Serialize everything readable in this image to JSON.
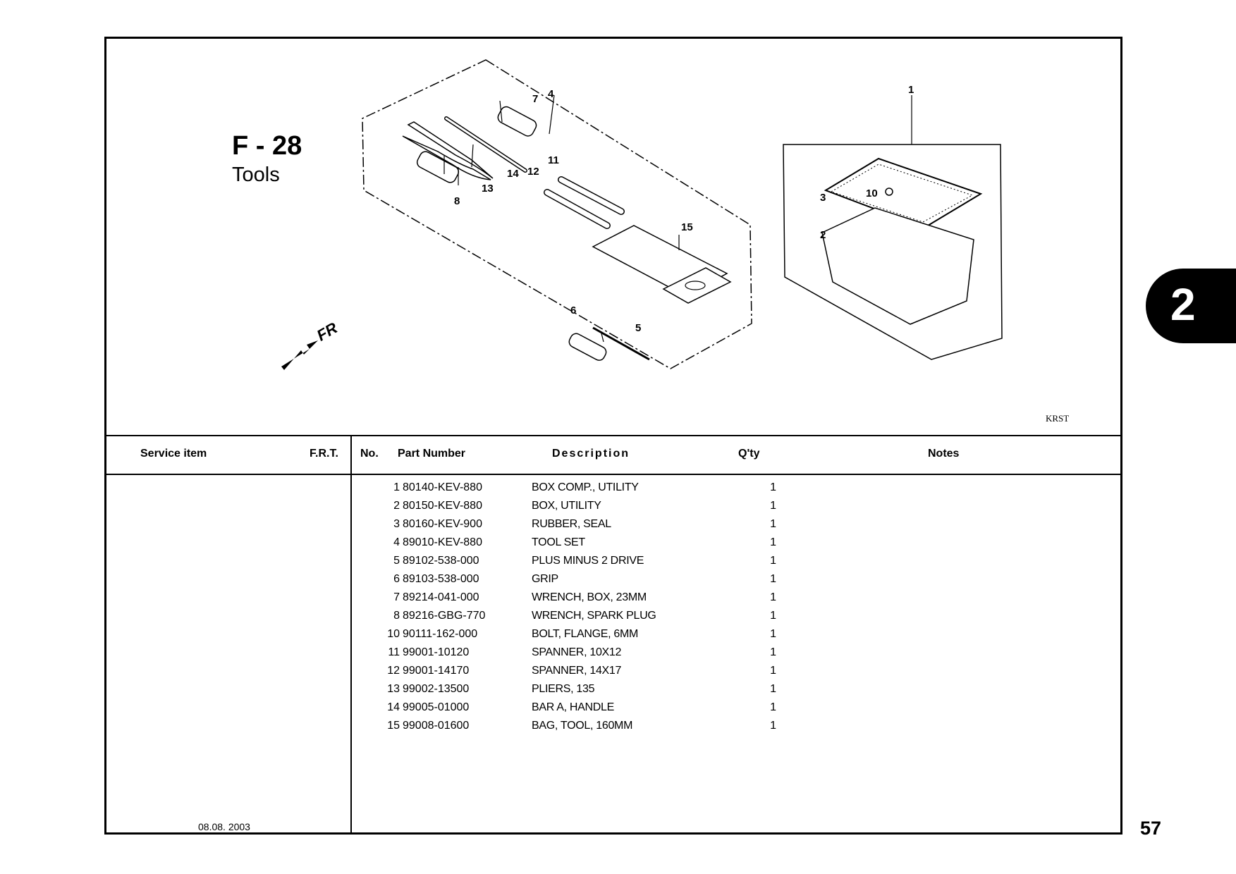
{
  "figure": {
    "code": "F - 28",
    "title": "Tools",
    "drawing_code": "KRST",
    "direction_label": "FR"
  },
  "callouts": [
    "1",
    "2",
    "3",
    "4",
    "5",
    "6",
    "7",
    "8",
    "10",
    "11",
    "12",
    "13",
    "14",
    "15"
  ],
  "table": {
    "headers": {
      "service_item": "Service item",
      "frt": "F.R.T.",
      "no": "No.",
      "part_number": "Part Number",
      "description": "Description",
      "qty": "Q'ty",
      "notes": "Notes"
    },
    "rows": [
      {
        "no": "1",
        "part_number": "80140-KEV-880",
        "description": "BOX COMP., UTILITY",
        "qty": "1"
      },
      {
        "no": "2",
        "part_number": "80150-KEV-880",
        "description": "BOX, UTILITY",
        "qty": "1"
      },
      {
        "no": "3",
        "part_number": "80160-KEV-900",
        "description": "RUBBER, SEAL",
        "qty": "1"
      },
      {
        "no": "4",
        "part_number": "89010-KEV-880",
        "description": "TOOL SET",
        "qty": "1"
      },
      {
        "no": "5",
        "part_number": "89102-538-000",
        "description": "PLUS MINUS 2 DRIVE",
        "qty": "1"
      },
      {
        "no": "6",
        "part_number": "89103-538-000",
        "description": "GRIP",
        "qty": "1"
      },
      {
        "no": "7",
        "part_number": "89214-041-000",
        "description": "WRENCH, BOX, 23MM",
        "qty": "1"
      },
      {
        "no": "8",
        "part_number": "89216-GBG-770",
        "description": "WRENCH, SPARK PLUG",
        "qty": "1"
      },
      {
        "no": "10",
        "part_number": "90111-162-000",
        "description": "BOLT, FLANGE, 6MM",
        "qty": "1"
      },
      {
        "no": "11",
        "part_number": "99001-10120",
        "description": "SPANNER, 10X12",
        "qty": "1"
      },
      {
        "no": "12",
        "part_number": "99001-14170",
        "description": "SPANNER, 14X17",
        "qty": "1"
      },
      {
        "no": "13",
        "part_number": "99002-13500",
        "description": "PLIERS, 135",
        "qty": "1"
      },
      {
        "no": "14",
        "part_number": "99005-01000",
        "description": "BAR A, HANDLE",
        "qty": "1"
      },
      {
        "no": "15",
        "part_number": "99008-01600",
        "description": "BAG, TOOL, 160MM",
        "qty": "1"
      }
    ]
  },
  "footer": {
    "date": "08.08. 2003",
    "page_number": "57",
    "section_tab": "2"
  }
}
